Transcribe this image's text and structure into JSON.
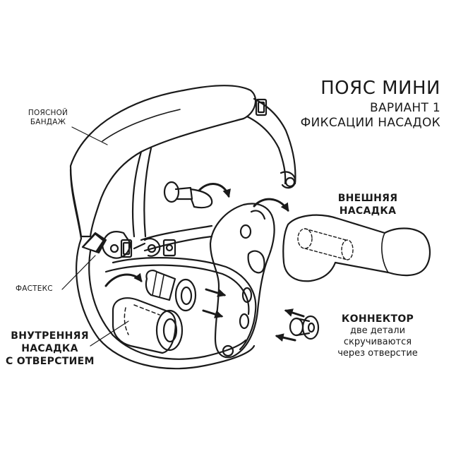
{
  "title": {
    "main": "ПОЯС МИНИ",
    "line1": "ВАРИАНТ 1",
    "line2": "ФИКСАЦИИ НАСАДОК"
  },
  "labels": {
    "waist_band": [
      "ПОЯСНОЙ",
      "БАНДАЖ"
    ],
    "fastex": "ФАСТЕКС",
    "outer_attachment": [
      "ВНЕШНЯЯ",
      "НАСАДКА"
    ],
    "connector": {
      "title": "КОННЕКТОР",
      "desc": [
        "две детали",
        "скручиваются",
        "через отверстие"
      ]
    },
    "inner_attachment": [
      "ВНУТРЕННЯЯ",
      "НАСАДКА",
      "С ОТВЕРСТИЕМ"
    ]
  },
  "colors": {
    "line": "#1a1a1a",
    "background": "#ffffff"
  }
}
